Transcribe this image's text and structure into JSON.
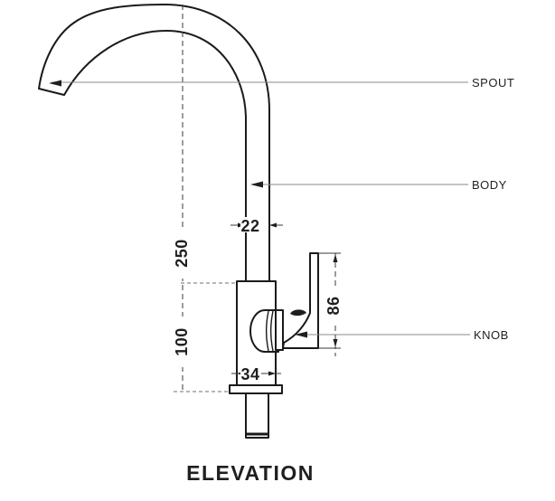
{
  "drawing": {
    "title": "ELEVATION",
    "labels": {
      "spout": "SPOUT",
      "body": "BODY",
      "knob": "KNOB"
    },
    "dimensions": {
      "tube_width": "22",
      "spout_height": "250",
      "body_height": "100",
      "body_width": "34",
      "knob_height": "86"
    },
    "colors": {
      "background": "#ffffff",
      "outline": "#1a1a1a",
      "leader": "#8a8a8a",
      "dimension": "#3a3a3a",
      "text": "#1f1f1f"
    }
  }
}
